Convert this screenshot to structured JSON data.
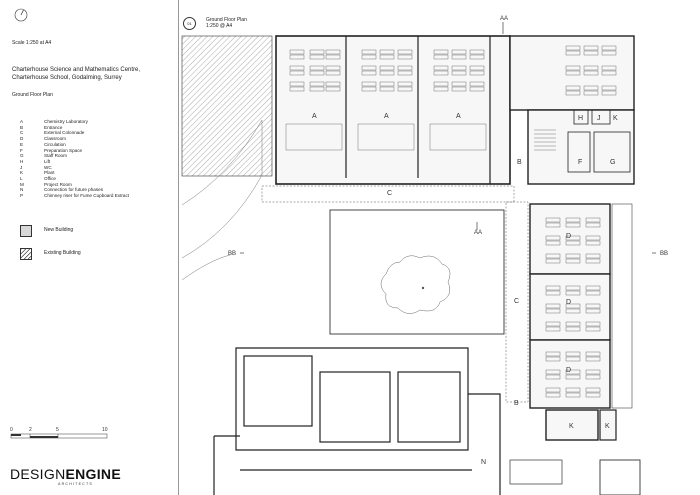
{
  "header": {
    "scale": "Scale 1:250 at A4",
    "title_line1": "Charterhouse Science and Mathematics Centre,",
    "title_line2": "Charterhouse School, Godalming, Surrey",
    "subtitle": "Ground Floor Plan"
  },
  "legend": [
    {
      "key": "A",
      "label": "Chemistry Laboratory"
    },
    {
      "key": "B",
      "label": "Entrance"
    },
    {
      "key": "C",
      "label": "External Colonnade"
    },
    {
      "key": "D",
      "label": "Classroom"
    },
    {
      "key": "E",
      "label": "Circulation"
    },
    {
      "key": "F",
      "label": "Preparation Space"
    },
    {
      "key": "G",
      "label": "Staff Room"
    },
    {
      "key": "H",
      "label": "Lift"
    },
    {
      "key": "J",
      "label": "WC"
    },
    {
      "key": "K",
      "label": "Plant"
    },
    {
      "key": "L",
      "label": "Office"
    },
    {
      "key": "M",
      "label": "Project Room"
    },
    {
      "key": "N",
      "label": "Connection for future phases"
    },
    {
      "key": "P",
      "label": "Chimney riser for Fume Cupboard Extract"
    }
  ],
  "key": {
    "new_building": "New Building",
    "existing_building": "Existing Building"
  },
  "scale_bar": {
    "ticks": [
      "0",
      "2",
      "5",
      "10"
    ]
  },
  "logo": {
    "word1": "DESIGN",
    "word2": "ENGINE",
    "sub": "ARCHITECTS"
  },
  "drawing": {
    "number": "01",
    "name": "Ground Floor Plan",
    "scale": "1:250 @ A4"
  },
  "section_marks": {
    "aa": "AA",
    "bb": "BB"
  },
  "room_labels": {
    "A": "A",
    "B": "B",
    "C": "C",
    "D": "D",
    "F": "F",
    "G": "G",
    "H": "H",
    "J": "J",
    "K": "K",
    "N": "N"
  }
}
